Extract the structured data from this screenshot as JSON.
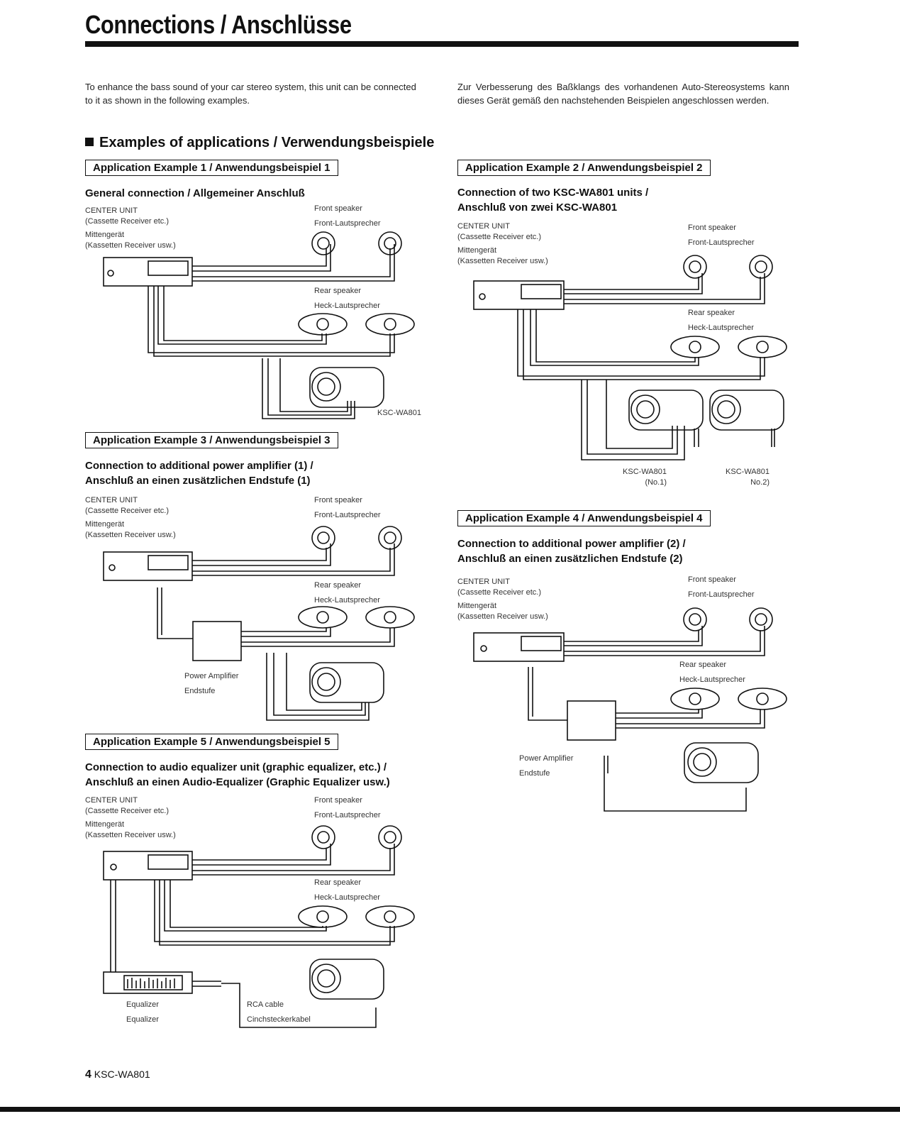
{
  "page": {
    "title": "Connections / Anschlüsse",
    "intro_en": "To enhance the bass sound of your car stereo system, this unit can be connected to it as shown in the following examples.",
    "intro_de": "Zur Verbesserung des Baßklangs des vorhandenen Auto-Stereosystems kann dieses Gerät gemäß den nachstehenden Beispielen angeschlossen werden.",
    "section_title": "Examples of applications / Verwendungsbeispiele",
    "footer_page": "4",
    "footer_model": "KSC-WA801"
  },
  "labels": {
    "center_unit": "CENTER UNIT",
    "cassette": "(Cassette Receiver etc.)",
    "mittengeraet": "Mittengerät",
    "kassetten": "(Kassetten Receiver usw.)",
    "front_speaker": "Front speaker",
    "front_lautsprecher": "Front-Lautsprecher",
    "rear_speaker": "Rear speaker",
    "heck_lautsprecher": "Heck-Lautsprecher",
    "ksc": "KSC-WA801",
    "no1": "(No.1)",
    "no2": "No.2)",
    "power_amp": "Power Amplifier",
    "endstufe": "Endstufe",
    "equalizer1": "Equalizer",
    "equalizer2": "Equalizer",
    "rca_cable": "RCA cable",
    "cinch": "Cinchsteckerkabel"
  },
  "examples": [
    {
      "label": "Application Example 1 / Anwendungsbeispiel 1",
      "heading": "General connection / Allgemeiner Anschluß",
      "heading2": ""
    },
    {
      "label": "Application Example 2 / Anwendungsbeispiel 2",
      "heading": "Connection of two KSC-WA801 units /",
      "heading2": "Anschluß von zwei KSC-WA801"
    },
    {
      "label": "Application Example 3 / Anwendungsbeispiel 3",
      "heading": "Connection to additional power amplifier (1) /",
      "heading2": "Anschluß an einen zusätzlichen Endstufe (1)"
    },
    {
      "label": "Application Example 4 / Anwendungsbeispiel 4",
      "heading": "Connection to additional power amplifier (2) /",
      "heading2": "Anschluß an einen zusätzlichen Endstufe (2)"
    },
    {
      "label": "Application Example 5 / Anwendungsbeispiel 5",
      "heading": "Connection to audio equalizer unit (graphic equalizer, etc.) /",
      "heading2": "Anschluß an einen Audio-Equalizer (Graphic Equalizer usw.)"
    }
  ]
}
